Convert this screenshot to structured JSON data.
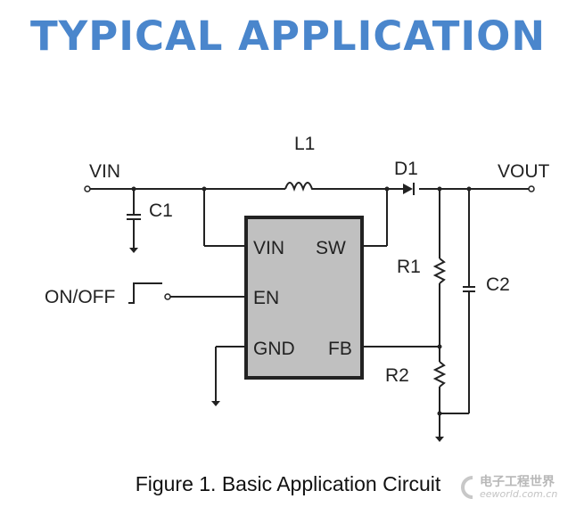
{
  "title": "TYPICAL APPLICATION",
  "caption": "Figure 1. Basic Application Circuit",
  "watermark": {
    "cn": "电子工程世界",
    "en": "eeworld.com.cn"
  },
  "colors": {
    "title": "#4a86cc",
    "chip": "#c0c0c0",
    "wire": "#222222"
  },
  "labels": {
    "vin": "VIN",
    "vout": "VOUT",
    "l1": "L1",
    "d1": "D1",
    "c1": "C1",
    "c2": "C2",
    "r1": "R1",
    "r2": "R2",
    "onoff": "ON/OFF"
  },
  "chip": {
    "pin_vin": "VIN",
    "pin_sw": "SW",
    "pin_en": "EN",
    "pin_gnd": "GND",
    "pin_fb": "FB"
  }
}
